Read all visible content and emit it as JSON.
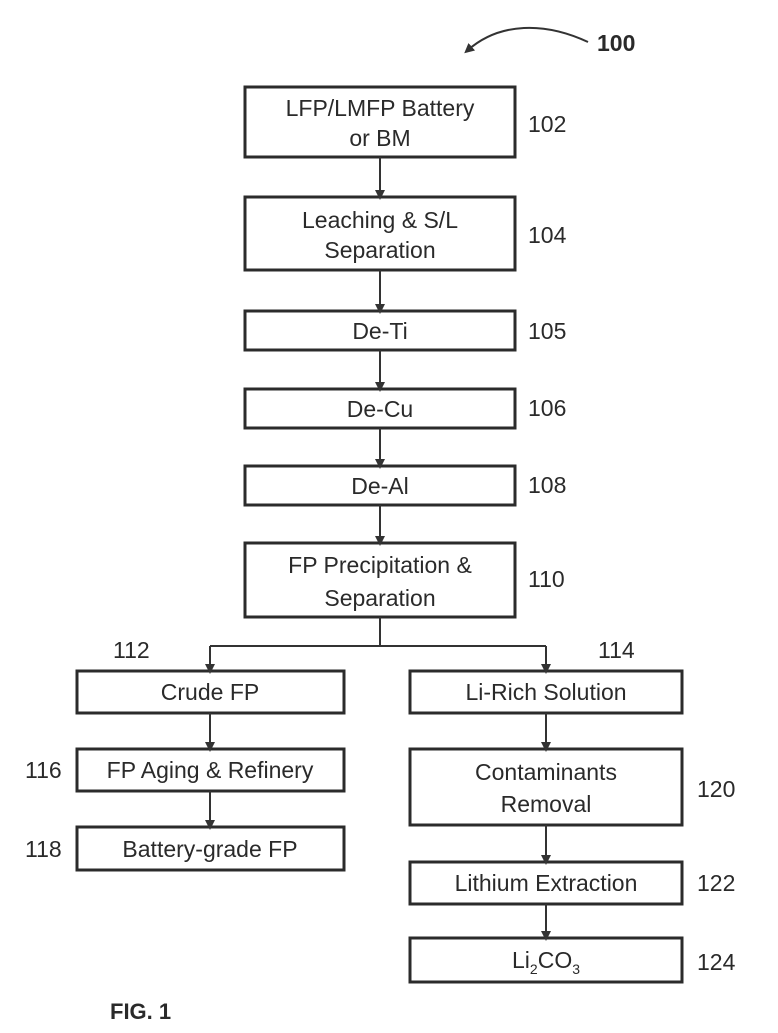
{
  "figure_number": "100",
  "caption": "FIG. 1",
  "steps": {
    "s102": {
      "line1": "LFP/LMFP Battery",
      "line2": "or BM",
      "ref": "102"
    },
    "s104": {
      "line1": "Leaching & S/L",
      "line2": "Separation",
      "ref": "104"
    },
    "s105": {
      "line1": "De-Ti",
      "ref": "105"
    },
    "s106": {
      "line1": "De-Cu",
      "ref": "106"
    },
    "s108": {
      "line1": "De-Al",
      "ref": "108"
    },
    "s110": {
      "line1": "FP Precipitation &",
      "line2": "Separation",
      "ref": "110"
    },
    "s112": {
      "line1": "Crude FP",
      "ref": "112"
    },
    "s114": {
      "line1": "Li-Rich Solution",
      "ref": "114"
    },
    "s116": {
      "line1": "FP Aging & Refinery",
      "ref": "116"
    },
    "s118": {
      "line1": "Battery-grade FP",
      "ref": "118"
    },
    "s120": {
      "line1": "Contaminants",
      "line2": "Removal",
      "ref": "120"
    },
    "s122": {
      "line1": "Lithium Extraction",
      "ref": "122"
    },
    "s124": {
      "base1": "Li",
      "sub1": "2",
      "base2": "CO",
      "sub2": "3",
      "ref": "124"
    }
  }
}
